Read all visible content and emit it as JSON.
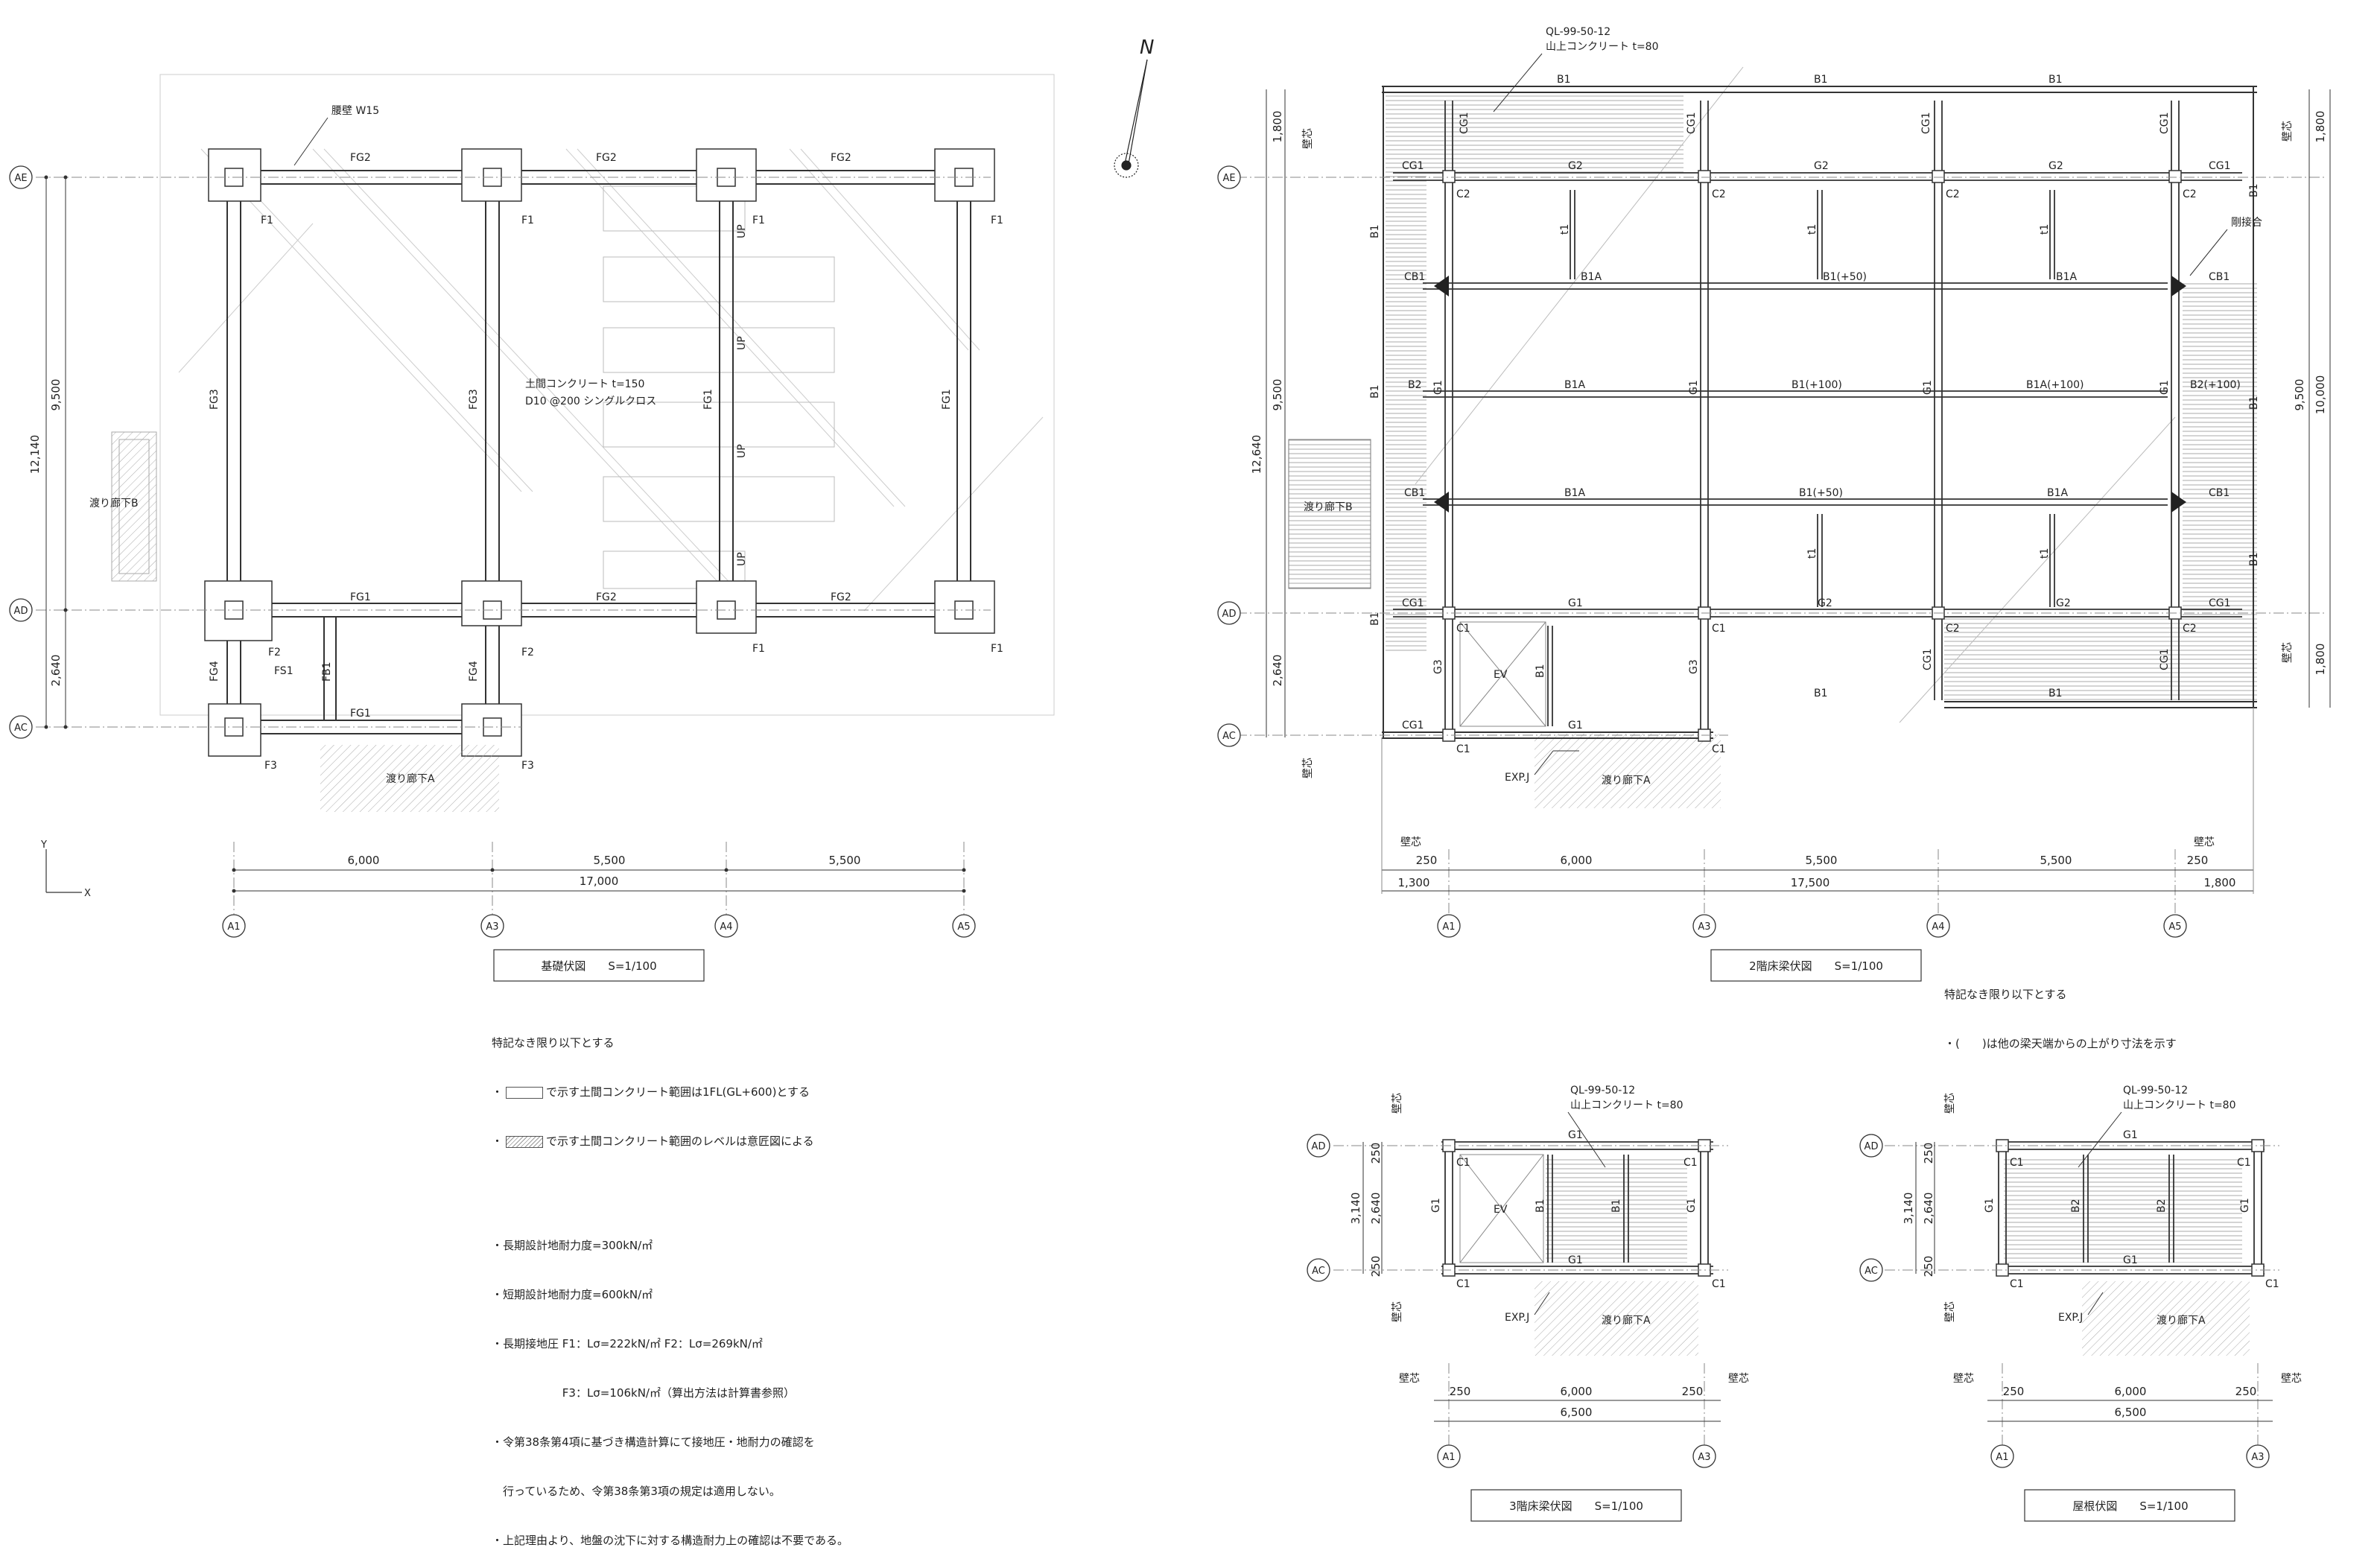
{
  "sheet_title": "",
  "north": "N",
  "dims": {
    "d6000": "6,000",
    "d5500": "5,500",
    "d17000": "17,000",
    "d17500": "17,500",
    "d9500": "9,500",
    "d2640": "2,640",
    "d12140": "12,140",
    "d12640": "12,640",
    "d1800": "1,800",
    "d10000": "10,000",
    "d250": "250",
    "d1300": "1,300",
    "d3140": "3,140",
    "d6500": "6,500"
  },
  "axes": {
    "ae": "AE",
    "ad": "AD",
    "ac": "AC",
    "a1": "A1",
    "a3": "A3",
    "a4": "A4",
    "a5": "A5",
    "x": "X",
    "y": "Y"
  },
  "members": {
    "fg1": "FG1",
    "fg2": "FG2",
    "fg3": "FG3",
    "fg4": "FG4",
    "fb1": "FB1",
    "fs1": "FS1",
    "f1": "F1",
    "f2": "F2",
    "f3": "F3",
    "g1": "G1",
    "g2": "G2",
    "g3": "G3",
    "cg1": "CG1",
    "cb1": "CB1",
    "b1": "B1",
    "b1a": "B1A",
    "b2": "B2",
    "b1_50": "B1(+50)",
    "b1_100": "B1(+100)",
    "b1a_100": "B1A(+100)",
    "b2_100": "B2(+100)",
    "c1": "C1",
    "c2": "C2",
    "t1": "t1",
    "ev": "EV",
    "up": "UP"
  },
  "labels": {
    "koshikabe": "腰壁 W15",
    "slab1": "土間コンクリート t=150",
    "slab2": "D10 @200 シングルクロス",
    "corridor_a": "渡り廊下A",
    "corridor_b": "渡り廊下B",
    "deck1": "QL-99-50-12",
    "deck2": "山上コンクリート t=80",
    "pin": "剛接合",
    "wall_center": "壁芯",
    "expj": "EXP.J"
  },
  "titles": {
    "foundation": "基礎伏図　　S=1/100",
    "floor2": "2階床梁伏図　　S=1/100",
    "floor3": "3階床梁伏図　　S=1/100",
    "roof": "屋根伏図　　S=1/100"
  },
  "notes_foundation": {
    "head": "特記なき限り以下とする",
    "l1a": "・",
    "l1b": "で示す土間コンクリート範囲は1FL(GL+600)とする",
    "l2a": "・",
    "l2b": "で示す土間コンクリート範囲のレベルは意匠図による",
    "b1": "・長期設計地耐力度=300kN/㎡",
    "b2": "・短期設計地耐力度=600kN/㎡",
    "b3": "・長期接地圧 F1：Lσ=222kN/㎡ F2：Lσ=269kN/㎡",
    "b4": "　　　　　　 F3：Lσ=106kN/㎡（算出方法は計算書参照）",
    "b5": "・令第38条第4項に基づき構造計算にて接地圧・地耐力の確認を",
    "b6": "　行っているため、令第38条第3項の規定は適用しない。",
    "b7": "・上記理由より、地盤の沈下に対する構造耐力上の確認は不要である。"
  },
  "notes_floor2": {
    "head": "特記なき限り以下とする",
    "l1": "・(　　)は他の梁天端からの上がり寸法を示す"
  }
}
